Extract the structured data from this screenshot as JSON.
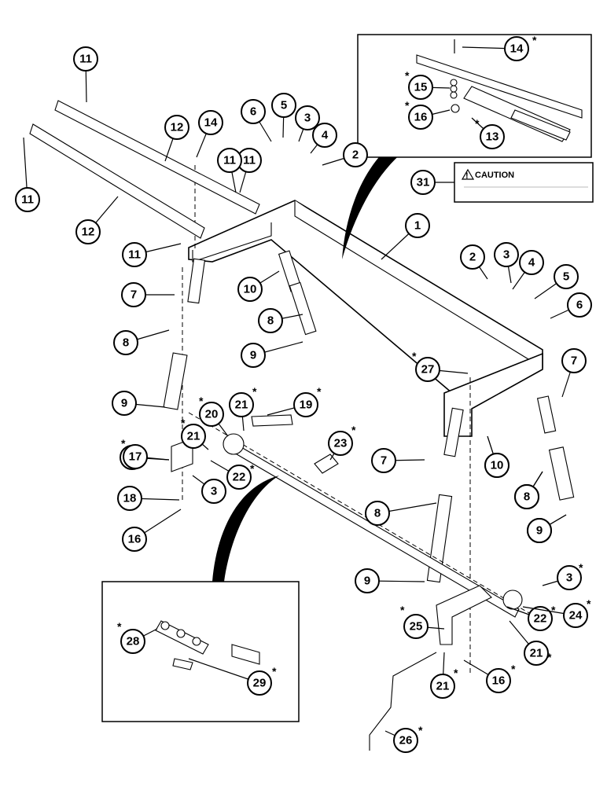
{
  "decal": {
    "text": "CAUTION",
    "symbol": "!"
  },
  "callouts": [
    {
      "n": "1",
      "star": false
    },
    {
      "n": "2",
      "star": false
    },
    {
      "n": "3",
      "star": false
    },
    {
      "n": "4",
      "star": false
    },
    {
      "n": "5",
      "star": false
    },
    {
      "n": "6",
      "star": false
    },
    {
      "n": "7",
      "star": false
    },
    {
      "n": "8",
      "star": false
    },
    {
      "n": "9",
      "star": false
    },
    {
      "n": "10",
      "star": false
    },
    {
      "n": "11",
      "star": false
    },
    {
      "n": "11",
      "star": false
    },
    {
      "n": "11",
      "star": false
    },
    {
      "n": "11",
      "star": false
    },
    {
      "n": "12",
      "star": false
    },
    {
      "n": "12",
      "star": false
    },
    {
      "n": "14",
      "star": false
    },
    {
      "n": "11",
      "star": false
    },
    {
      "n": "6",
      "star": false
    },
    {
      "n": "5",
      "star": false
    },
    {
      "n": "3",
      "star": false
    },
    {
      "n": "4",
      "star": false
    },
    {
      "n": "2",
      "star": false
    },
    {
      "n": "7",
      "star": false
    },
    {
      "n": "8",
      "star": false
    },
    {
      "n": "9",
      "star": false
    },
    {
      "n": "10",
      "star": false
    },
    {
      "n": "8",
      "star": false
    },
    {
      "n": "9",
      "star": false
    },
    {
      "n": "7",
      "star": false
    },
    {
      "n": "7",
      "star": false
    },
    {
      "n": "10",
      "star": false
    },
    {
      "n": "8",
      "star": false
    },
    {
      "n": "9",
      "star": false
    },
    {
      "n": "8",
      "star": false
    },
    {
      "n": "9",
      "star": false
    },
    {
      "n": "3",
      "star": false
    },
    {
      "n": "3",
      "star": true
    },
    {
      "n": "13",
      "star": true
    },
    {
      "n": "14",
      "star": true
    },
    {
      "n": "15",
      "star": true
    },
    {
      "n": "16",
      "star": true
    },
    {
      "n": "16",
      "star": false
    },
    {
      "n": "16",
      "star": true
    },
    {
      "n": "17",
      "star": true
    },
    {
      "n": "18",
      "star": false
    },
    {
      "n": "19",
      "star": true
    },
    {
      "n": "20",
      "star": true
    },
    {
      "n": "21",
      "star": true
    },
    {
      "n": "21",
      "star": true
    },
    {
      "n": "21",
      "star": true
    },
    {
      "n": "21",
      "star": true
    },
    {
      "n": "22",
      "star": true
    },
    {
      "n": "22",
      "star": true
    },
    {
      "n": "23",
      "star": true
    },
    {
      "n": "24",
      "star": true
    },
    {
      "n": "25",
      "star": true
    },
    {
      "n": "26",
      "star": true
    },
    {
      "n": "27",
      "star": true
    },
    {
      "n": "28",
      "star": true
    },
    {
      "n": "29",
      "star": true
    },
    {
      "n": "31",
      "star": false
    }
  ]
}
